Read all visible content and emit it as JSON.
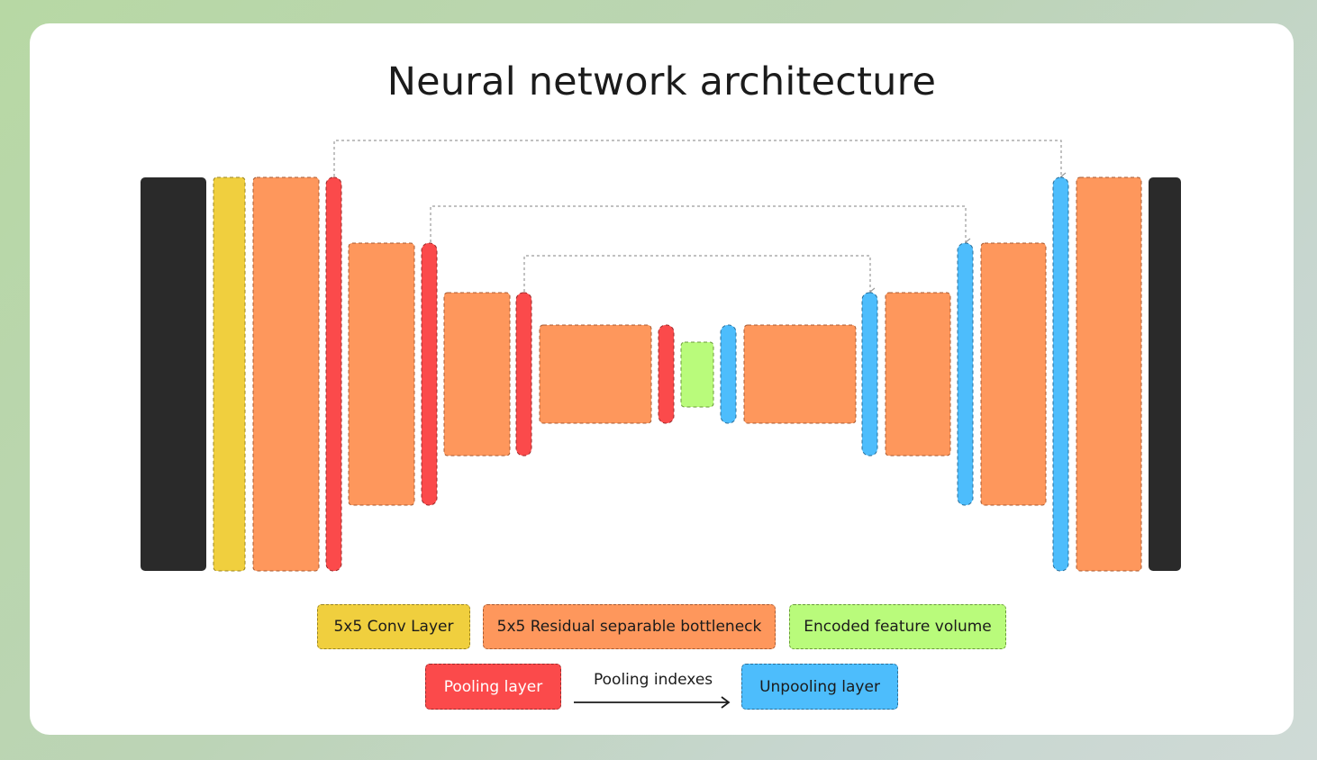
{
  "title": "Neural network architecture",
  "colors": {
    "input_output": "#2a2a2a",
    "conv": "#f0cf3e",
    "residual": "#fe975c",
    "pooling": "#fb4a4b",
    "encoded": "#b9fb7b",
    "unpooling": "#4dbdfc",
    "skip_line": "#9a9a9a"
  },
  "legend": {
    "conv_label": "5x5 Conv Layer",
    "residual_label": "5x5 Residual separable bottleneck",
    "encoded_label": "Encoded feature volume",
    "pooling_label": "Pooling layer",
    "arrow_label": "Pooling indexes",
    "unpooling_label": "Unpooling layer"
  }
}
